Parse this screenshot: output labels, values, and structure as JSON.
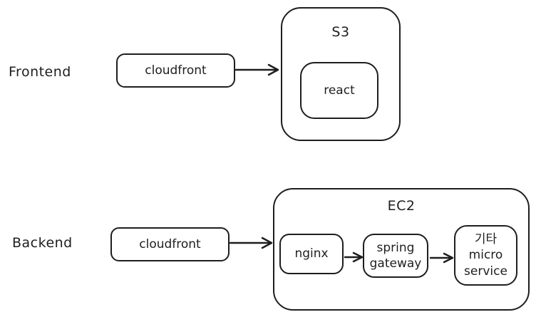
{
  "colors": {
    "stroke": "#1e1e1e",
    "background": "#ffffff"
  },
  "frontend": {
    "row_label": "Frontend",
    "cloudfront_label": "cloudfront",
    "s3_label": "S3",
    "react_label": "react"
  },
  "backend": {
    "row_label": "Backend",
    "cloudfront_label": "cloudfront",
    "ec2_label": "EC2",
    "nginx_label": "nginx",
    "spring_gateway_label": "spring\ngateway",
    "misc_service_label": "기타\nmicro\nservice"
  }
}
